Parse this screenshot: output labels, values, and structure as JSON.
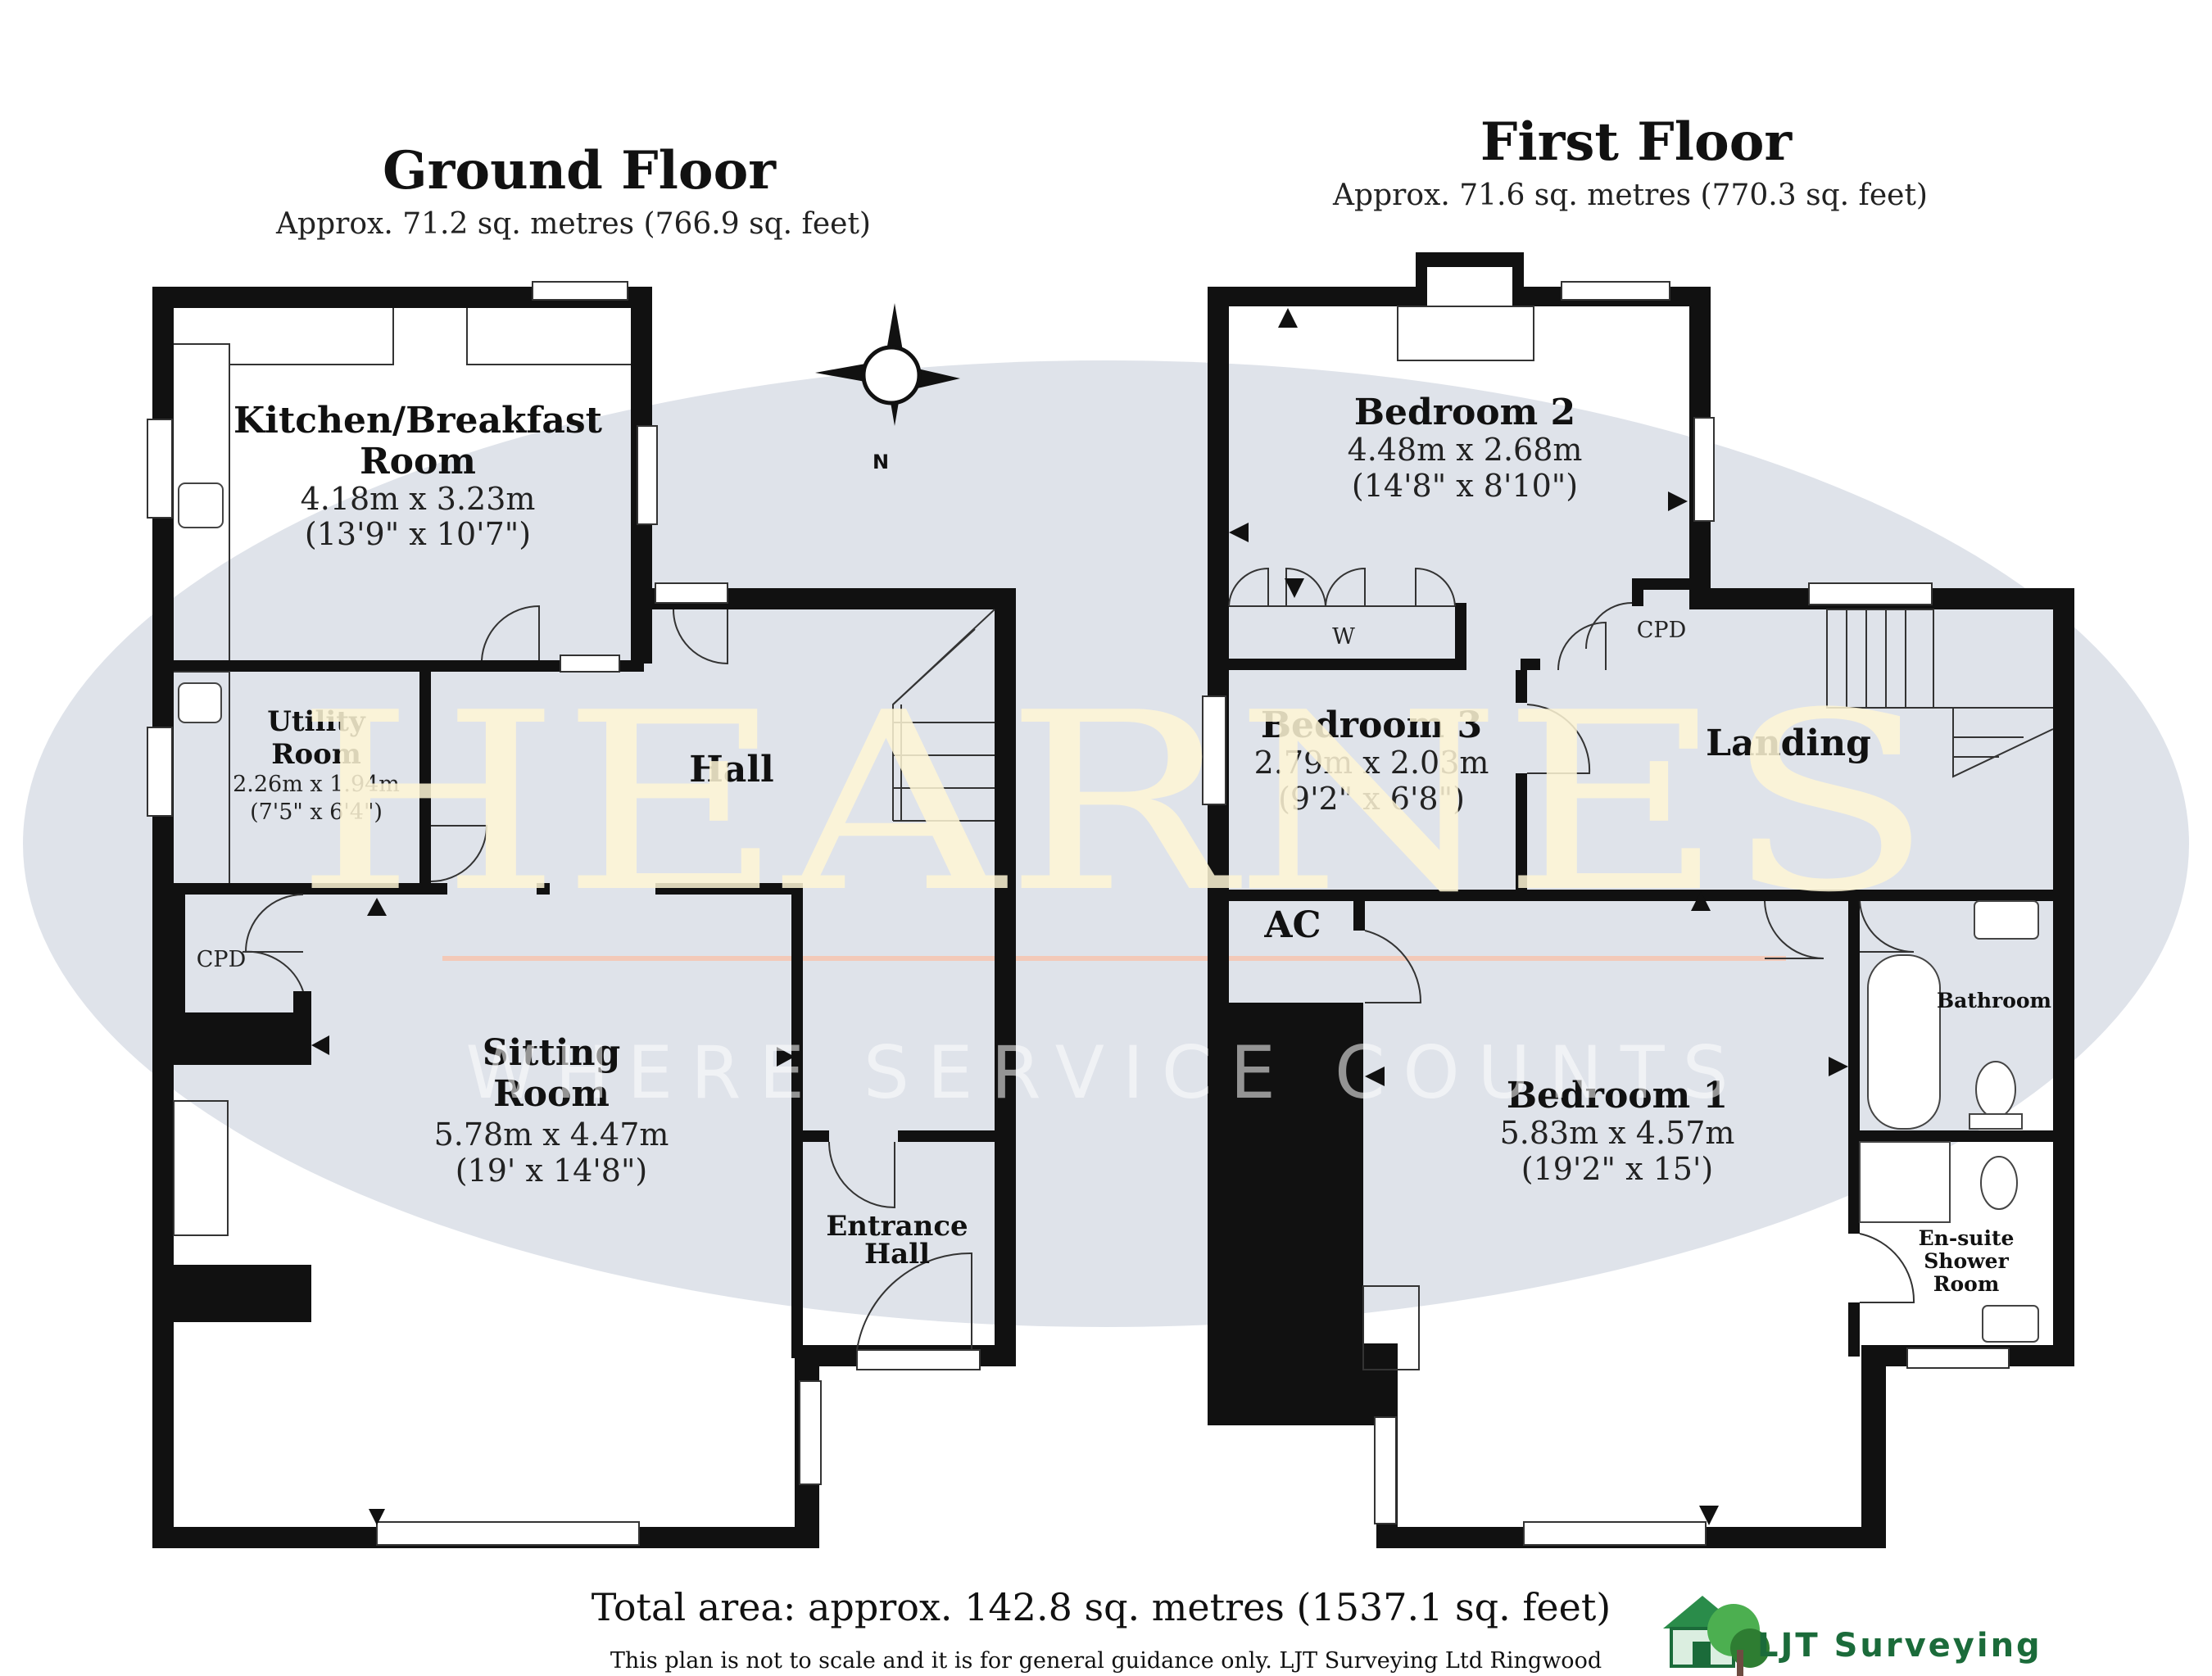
{
  "ground_floor": {
    "title": "Ground Floor",
    "area": "Approx. 71.2 sq. metres (766.9 sq. feet)",
    "rooms": {
      "kitchen": {
        "name_line1": "Kitchen/Breakfast",
        "name_line2": "Room",
        "metric": "4.18m x 3.23m",
        "imperial": "(13'9\" x 10'7\")"
      },
      "utility": {
        "name_line1": "Utility",
        "name_line2": "Room",
        "metric": "2.26m x 1.94m",
        "imperial": "(7'5\" x 6'4\")"
      },
      "hall": {
        "name": "Hall"
      },
      "cpd": {
        "name": "CPD"
      },
      "sitting": {
        "name_line1": "Sitting",
        "name_line2": "Room",
        "metric": "5.78m x 4.47m",
        "imperial": "(19' x 14'8\")"
      },
      "entrance": {
        "name_line1": "Entrance",
        "name_line2": "Hall"
      }
    }
  },
  "first_floor": {
    "title": "First Floor",
    "area": "Approx. 71.6 sq. metres (770.3 sq. feet)",
    "rooms": {
      "bedroom2": {
        "name": "Bedroom 2",
        "metric": "4.48m x 2.68m",
        "imperial": "(14'8\" x 8'10\")"
      },
      "wardrobe": {
        "name": "W"
      },
      "cpd": {
        "name": "CPD"
      },
      "bedroom3": {
        "name": "Bedroom 3",
        "metric": "2.79m x 2.03m",
        "imperial": "(9'2\" x 6'8\")"
      },
      "landing": {
        "name": "Landing"
      },
      "ac": {
        "name": "AC"
      },
      "bedroom1": {
        "name": "Bedroom 1",
        "metric": "5.83m x 4.57m",
        "imperial": "(19'2\" x 15')"
      },
      "bathroom": {
        "name": "Bathroom"
      },
      "ensuite": {
        "name_line1": "En-suite",
        "name_line2": "Shower",
        "name_line3": "Room"
      }
    }
  },
  "compass": {
    "label": "N"
  },
  "watermark": {
    "brand": "HEARNES",
    "tagline": "WHERE SERVICE COUNTS"
  },
  "footer": {
    "total": "Total area: approx. 142.8 sq. metres (1537.1 sq. feet)",
    "disclaimer": "This plan is not to scale and it is for general guidance only. LJT Surveying Ltd Ringwood"
  },
  "logo": {
    "text": "LJT Surveying",
    "icon": "house-tree-icon"
  },
  "colors": {
    "wall": "#111111",
    "watermark_ellipse": "#dfe3ea",
    "watermark_text": "#fff6d6",
    "logo_green": "#1b6b3a"
  }
}
